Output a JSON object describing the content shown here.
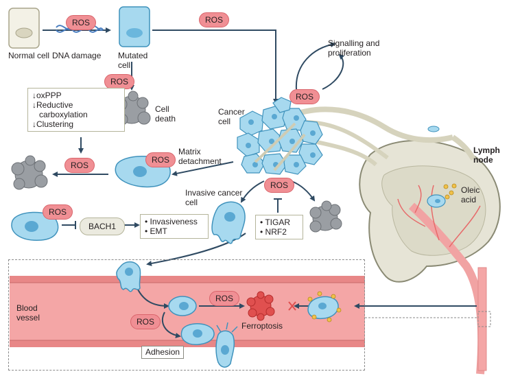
{
  "ros_label": "ROS",
  "labels": {
    "normal_cell": "Normal cell",
    "dna_damage": "DNA damage",
    "mutated_cell": "Mutated cell",
    "cell_death": "Cell death",
    "cancer_cell": "Cancer cell",
    "signalling": "Signalling and proliferation",
    "matrix_detachment": "Matrix detachment",
    "invasive_cancer_cell": "Invasive cancer cell",
    "lymph_node": "Lymph node",
    "oleic_acid": "Oleic acid",
    "blood_vessel": "Blood vessel",
    "ferroptosis": "Ferroptosis",
    "adhesion": "Adhesion",
    "bach1": "BACH1"
  },
  "metabolic_box": [
    "↓oxPPP",
    "↓Reductive",
    "carboxylation",
    "↓Clustering"
  ],
  "invasiveness_box": [
    "• Invasiveness",
    "• EMT"
  ],
  "tigar_box": [
    "• TIGAR",
    "• NRF2"
  ],
  "colors": {
    "cell_fill": "#a7d9ef",
    "cell_stroke": "#3f92bc",
    "ros_fill": "#f08f94",
    "dead_cell": "#9a9ea3",
    "ferroptotic_cell": "#e0504f",
    "vessel": "#f4a6a6",
    "lymph_node": "#e6e4d6",
    "arrow": "#2f4a62"
  }
}
